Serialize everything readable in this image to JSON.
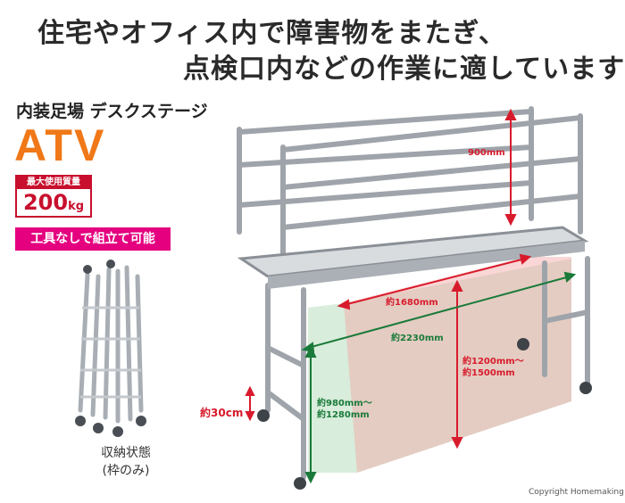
{
  "headline": {
    "line1": "住宅やオフィス内で障害物をまたぎ、",
    "line2": "点検口内などの作業に適しています"
  },
  "product": {
    "subtitle": "内装足場 デスクステージ",
    "model": "ATV",
    "capacity_label": "最大使用質量",
    "capacity_value": "200",
    "capacity_unit": "kg",
    "tool_badge": "工具なしで組立て可能"
  },
  "storage": {
    "line1": "収納状態",
    "line2": "(枠のみ)"
  },
  "dimensions": {
    "rail_height": "900mm",
    "platform_width": "約1680mm",
    "frame_length": "約2230mm",
    "height_range_1": "約1200mm～",
    "height_range_2": "約1500mm",
    "leg_range_1": "約980mm～",
    "leg_range_2": "約1280mm",
    "step_height": "約30cm"
  },
  "colors": {
    "accent_orange": "#f07818",
    "capacity_red": "#c8102e",
    "badge_magenta": "#e4007f",
    "dim_red": "#d81b2c",
    "dim_green": "#1a7a3a"
  },
  "copyright": "Copyright Homemaking"
}
